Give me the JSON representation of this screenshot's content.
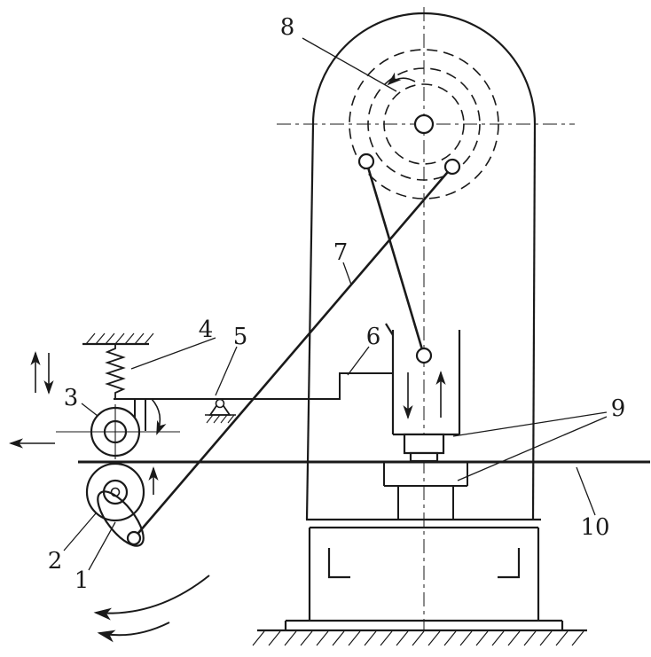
{
  "colors": {
    "ink": "#1a1a1a",
    "paper": "#ffffff"
  },
  "diagram": {
    "labels": [
      {
        "id": "part-1",
        "text": "1"
      },
      {
        "id": "part-2",
        "text": "2"
      },
      {
        "id": "part-3",
        "text": "3"
      },
      {
        "id": "part-4",
        "text": "4"
      },
      {
        "id": "part-5",
        "text": "5"
      },
      {
        "id": "part-6",
        "text": "6"
      },
      {
        "id": "part-7",
        "text": "7"
      },
      {
        "id": "part-8",
        "text": "8"
      },
      {
        "id": "part-9",
        "text": "9"
      },
      {
        "id": "part-10",
        "text": "10"
      }
    ]
  }
}
